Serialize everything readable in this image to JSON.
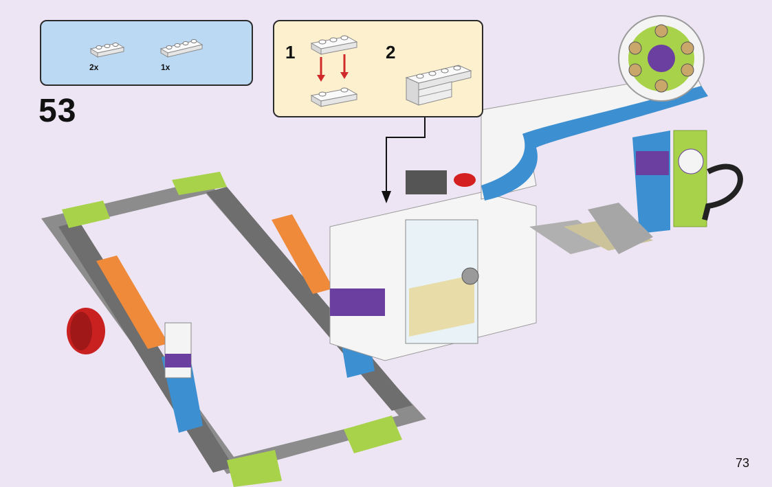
{
  "step": {
    "number": "53"
  },
  "parts": [
    {
      "qty": "2x",
      "icon": "white-plate-1x3-icon"
    },
    {
      "qty": "1x",
      "icon": "white-plate-1x4-icon"
    }
  ],
  "substeps": [
    {
      "label": "1"
    },
    {
      "label": "2"
    }
  ],
  "page": {
    "number": "73"
  },
  "colors": {
    "background": "#ede5f3",
    "parts_box": "#bcd9f3",
    "substep_box": "#fdf0cf",
    "arrow_red": "#d02a2a"
  }
}
